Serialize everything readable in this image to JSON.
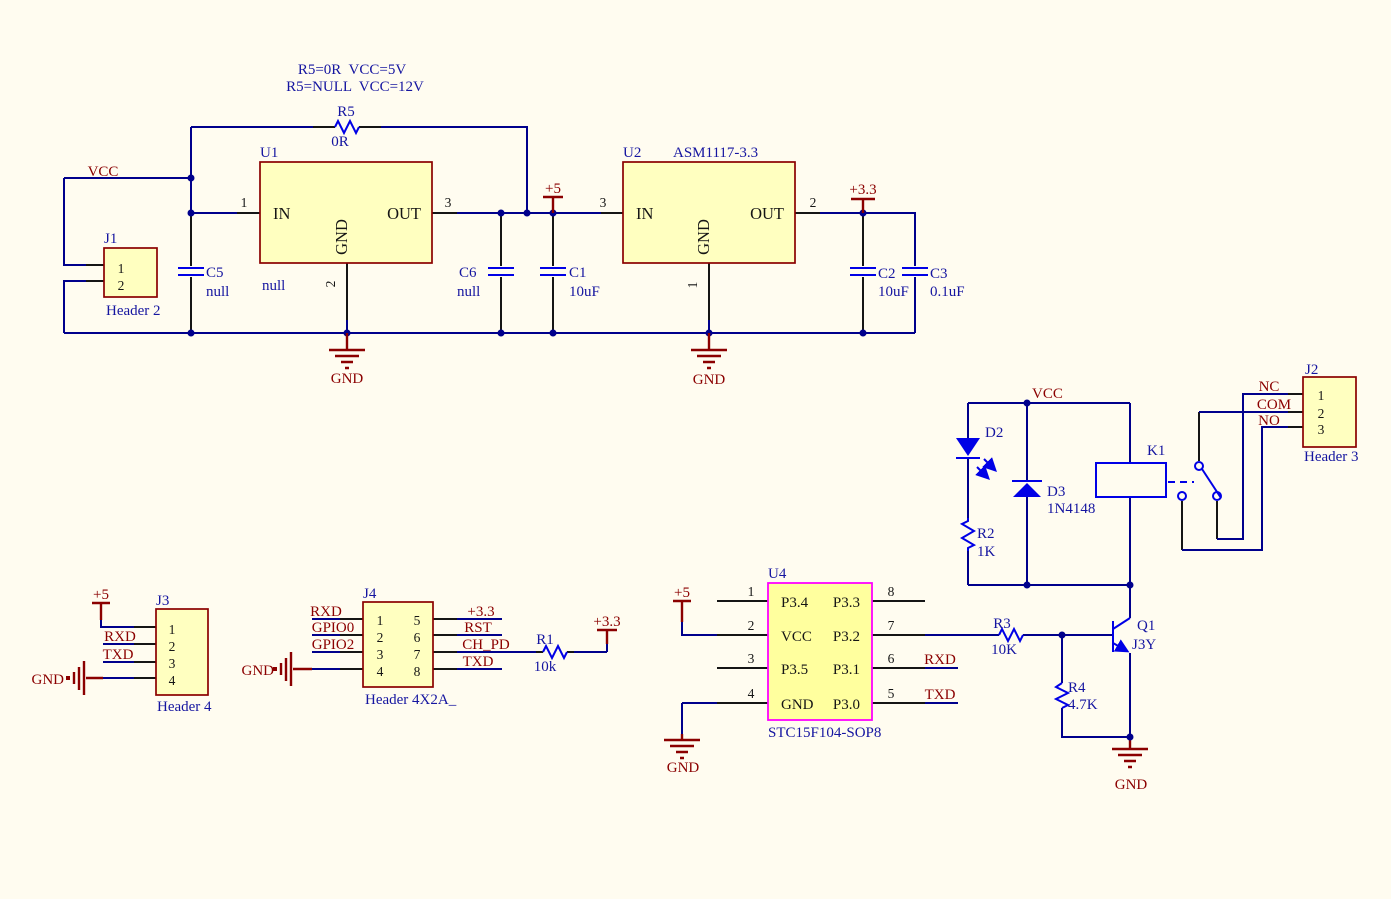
{
  "colors": {
    "background": "#FFFCF0",
    "wire": "#00008C",
    "symbol": "#0000E6",
    "designator": "#1515A0",
    "net_label": "#8B0000",
    "box_fill": "#FFFFC0",
    "mcu_border": "#FF00FF",
    "box_border": "#8B0000"
  },
  "notes": {
    "line1": "R5=0R  VCC=5V",
    "line2": "R5=NULL  VCC=12V"
  },
  "power": {
    "vcc": "VCC",
    "plus5": "+5",
    "plus33": "+3.3",
    "gnd": "GND",
    "r5": {
      "ref": "R5",
      "val": "0R"
    },
    "j1": {
      "ref": "J1",
      "type": "Header 2",
      "p1": "1",
      "p2": "2"
    },
    "c5": {
      "ref": "C5",
      "val": "null"
    },
    "u1": {
      "ref": "U1",
      "val": "null",
      "pin_in": "IN",
      "pin_out": "OUT",
      "pin_gnd": "GND",
      "n1": "1",
      "n2": "2",
      "n3": "3"
    },
    "c6": {
      "ref": "C6",
      "val": "null"
    },
    "c1": {
      "ref": "C1",
      "val": "10uF"
    },
    "u2": {
      "ref": "U2",
      "part": "ASM1117-3.3",
      "pin_in": "IN",
      "pin_out": "OUT",
      "pin_gnd": "GND",
      "n1": "1",
      "n2": "2",
      "n3": "3"
    },
    "c2": {
      "ref": "C2",
      "val": "10uF"
    },
    "c3": {
      "ref": "C3",
      "val": "0.1uF"
    }
  },
  "relay": {
    "vcc": "VCC",
    "d2": {
      "ref": "D2"
    },
    "d3": {
      "ref": "D3",
      "val": "1N4148"
    },
    "r2": {
      "ref": "R2",
      "val": "1K"
    },
    "k1": {
      "ref": "K1"
    },
    "j2": {
      "ref": "J2",
      "type": "Header 3",
      "p1": "1",
      "p2": "2",
      "p3": "3",
      "nc": "NC",
      "com": "COM",
      "no": "NO"
    }
  },
  "j3": {
    "ref": "J3",
    "type": "Header 4",
    "p1": "1",
    "p2": "2",
    "p3": "3",
    "p4": "4",
    "plus5": "+5",
    "rxd": "RXD",
    "txd": "TXD",
    "gnd": "GND"
  },
  "j4": {
    "ref": "J4",
    "type": "Header 4X2A_",
    "p1": "1",
    "p2": "2",
    "p3": "3",
    "p4": "4",
    "p5": "5",
    "p6": "6",
    "p7": "7",
    "p8": "8",
    "rxd": "RXD",
    "gpio0": "GPIO0",
    "gpio2": "GPIO2",
    "gnd": "GND",
    "plus33": "+3.3",
    "rst": "RST",
    "chpd": "CH_PD",
    "txd": "TXD",
    "r1": {
      "ref": "R1",
      "val": "10k"
    },
    "flag33": "+3.3"
  },
  "mcu": {
    "ref": "U4",
    "part": "STC15F104-SOP8",
    "plus5": "+5",
    "gnd": "GND",
    "n1": "1",
    "n2": "2",
    "n3": "3",
    "n4": "4",
    "n5": "5",
    "n6": "6",
    "n7": "7",
    "n8": "8",
    "p34": "P3.4",
    "vcc": "VCC",
    "p35": "P3.5",
    "pgnd": "GND",
    "p33": "P3.3",
    "p32": "P3.2",
    "p31": "P3.1",
    "p30": "P3.0",
    "rxd": "RXD",
    "txd": "TXD"
  },
  "drive": {
    "r3": {
      "ref": "R3",
      "val": "10K"
    },
    "r4": {
      "ref": "R4",
      "val": "4.7K"
    },
    "q1": {
      "ref": "Q1",
      "val": "J3Y"
    },
    "gnd": "GND"
  }
}
